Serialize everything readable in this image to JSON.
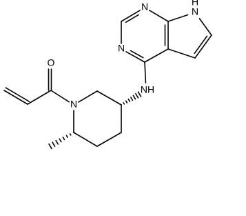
{
  "structure": {
    "atoms": [
      {
        "id": "c_vinyl_end",
        "element": "C",
        "label": ""
      },
      {
        "id": "c_vinyl",
        "element": "C",
        "label": ""
      },
      {
        "id": "c_carbonyl",
        "element": "C",
        "label": ""
      },
      {
        "id": "o_carbonyl",
        "element": "O",
        "label": "O"
      },
      {
        "id": "n_piperidine",
        "element": "N",
        "label": "N"
      },
      {
        "id": "c_pip_ch2_a",
        "element": "C",
        "label": ""
      },
      {
        "id": "c_pip_ch_nh",
        "element": "C",
        "label": ""
      },
      {
        "id": "c_pip_ch2_b",
        "element": "C",
        "label": ""
      },
      {
        "id": "c_pip_ch2_c",
        "element": "C",
        "label": ""
      },
      {
        "id": "c_pip_ch_me",
        "element": "C",
        "label": ""
      },
      {
        "id": "c_methyl",
        "element": "C",
        "label": ""
      },
      {
        "id": "n_amine",
        "element": "N",
        "label": "NH"
      },
      {
        "id": "c_pyr_c4",
        "element": "C",
        "label": ""
      },
      {
        "id": "n_pyr_3",
        "element": "N",
        "label": "N"
      },
      {
        "id": "c_pyr_2",
        "element": "C",
        "label": ""
      },
      {
        "id": "n_pyr_1",
        "element": "N",
        "label": "N"
      },
      {
        "id": "c_pyr_7a",
        "element": "C",
        "label": ""
      },
      {
        "id": "c_pyr_4a",
        "element": "C",
        "label": ""
      },
      {
        "id": "n_pyrrole",
        "element": "N",
        "label": "H\nN"
      },
      {
        "id": "c_pyrrole_6",
        "element": "C",
        "label": ""
      },
      {
        "id": "c_pyrrole_5",
        "element": "C",
        "label": ""
      }
    ],
    "bonds": [
      {
        "from": "c_vinyl_end",
        "to": "c_vinyl",
        "order": 2
      },
      {
        "from": "c_vinyl",
        "to": "c_carbonyl",
        "order": 1
      },
      {
        "from": "c_carbonyl",
        "to": "o_carbonyl",
        "order": 2
      },
      {
        "from": "c_carbonyl",
        "to": "n_piperidine",
        "order": 1
      },
      {
        "from": "n_piperidine",
        "to": "c_pip_ch2_a",
        "order": 1
      },
      {
        "from": "c_pip_ch2_a",
        "to": "c_pip_ch_nh",
        "order": 1
      },
      {
        "from": "c_pip_ch_nh",
        "to": "c_pip_ch2_b",
        "order": 1
      },
      {
        "from": "c_pip_ch2_b",
        "to": "c_pip_ch2_c",
        "order": 1
      },
      {
        "from": "c_pip_ch2_c",
        "to": "c_pip_ch_me",
        "order": 1
      },
      {
        "from": "c_pip_ch_me",
        "to": "n_piperidine",
        "order": 1
      },
      {
        "from": "c_pip_ch_me",
        "to": "c_methyl",
        "order": 1,
        "stereo": "hash"
      },
      {
        "from": "c_pip_ch_nh",
        "to": "n_amine",
        "order": 1,
        "stereo": "hash"
      },
      {
        "from": "n_amine",
        "to": "c_pyr_c4",
        "order": 1
      },
      {
        "from": "c_pyr_c4",
        "to": "n_pyr_3",
        "order": 2
      },
      {
        "from": "n_pyr_3",
        "to": "c_pyr_2",
        "order": 1
      },
      {
        "from": "c_pyr_2",
        "to": "n_pyr_1",
        "order": 2
      },
      {
        "from": "n_pyr_1",
        "to": "c_pyr_7a",
        "order": 1
      },
      {
        "from": "c_pyr_7a",
        "to": "c_pyr_4a",
        "order": 2
      },
      {
        "from": "c_pyr_4a",
        "to": "c_pyr_c4",
        "order": 1
      },
      {
        "from": "c_pyr_7a",
        "to": "n_pyrrole",
        "order": 1
      },
      {
        "from": "n_pyrrole",
        "to": "c_pyrrole_6",
        "order": 1
      },
      {
        "from": "c_pyrrole_6",
        "to": "c_pyrrole_5",
        "order": 2
      },
      {
        "from": "c_pyrrole_5",
        "to": "c_pyr_4a",
        "order": 1
      }
    ]
  }
}
